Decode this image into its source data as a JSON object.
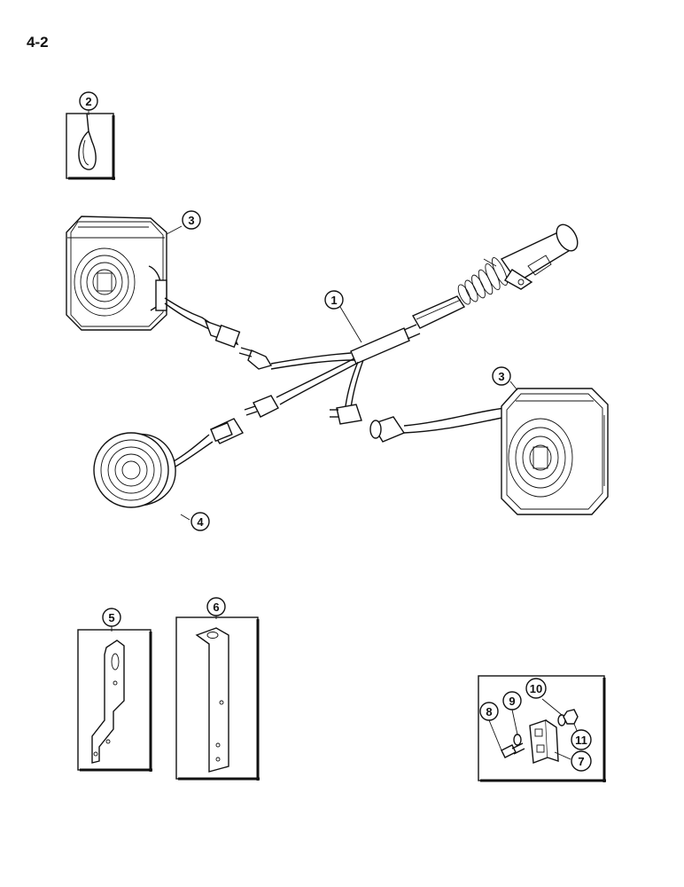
{
  "page": {
    "number": "4-2"
  },
  "callouts": {
    "c1": "1",
    "c2": "2",
    "c3a": "3",
    "c3b": "3",
    "c4": "4",
    "c5": "5",
    "c6": "6",
    "c7": "7",
    "c8": "8",
    "c9": "9",
    "c10": "10",
    "c11": "11"
  }
}
